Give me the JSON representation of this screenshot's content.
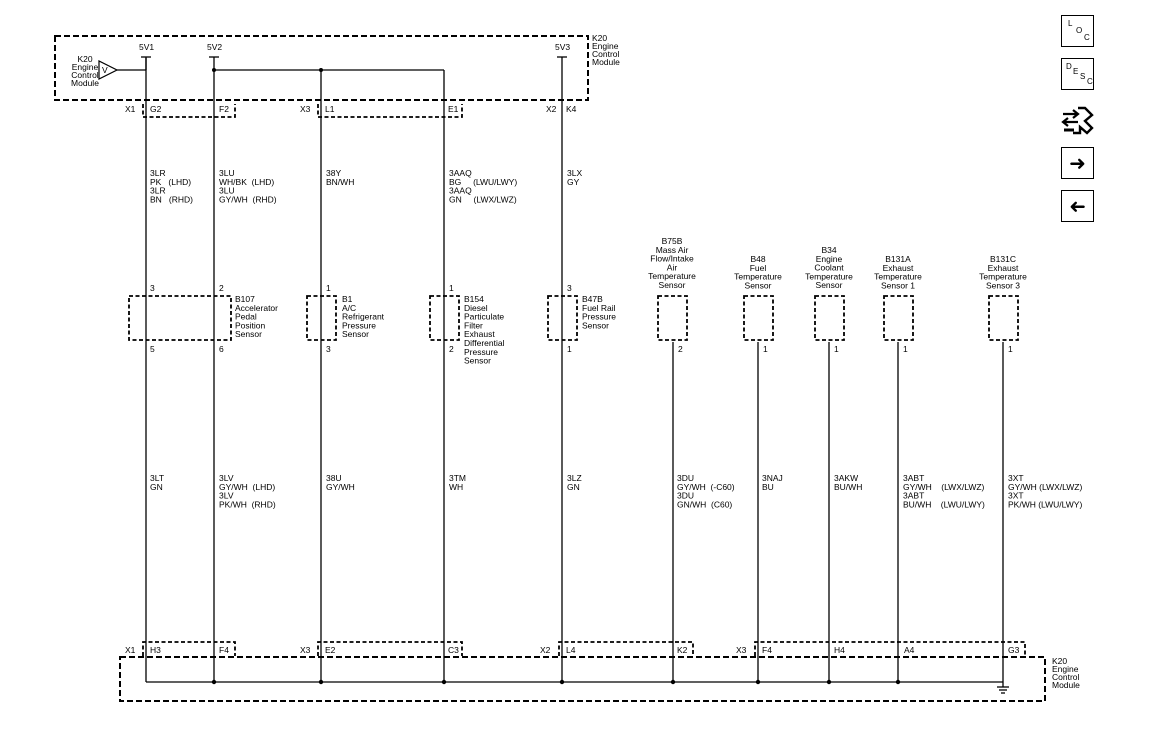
{
  "modules": {
    "top_left_text": "K20\nEngine\nControl\nModule",
    "top_right_text": "K20\nEngine\nControl\nModule",
    "bottom_right_text": "K20\nEngine\nControl\nModule",
    "voltage_refs": [
      "5V1",
      "5V2",
      "5V3"
    ],
    "reg_symbol": "V"
  },
  "top_connectors": {
    "x1": "X1",
    "g2": "G2",
    "f2": "F2",
    "x3": "X3",
    "l1": "L1",
    "e1": "E1",
    "x2": "X2",
    "k4": "K4"
  },
  "bottom_connectors": {
    "x1": "X1",
    "h3": "H3",
    "f4a": "F4",
    "x3a": "X3",
    "e2": "E2",
    "c3": "C3",
    "x2": "X2",
    "l4": "L4",
    "k2": "K2",
    "x3b": "X3",
    "f4b": "F4",
    "h4": "H4",
    "a4": "A4",
    "g3": "G3"
  },
  "upper_wires": {
    "w1": "3LR\nPK   (LHD)\n3LR\nBN   (RHD)",
    "w2": "3LU\nWH/BK  (LHD)\n3LU\nGY/WH  (RHD)",
    "w3": "38Y\nBN/WH",
    "w4": "3AAQ\nBG     (LWU/LWY)\n3AAQ\nGN     (LWX/LWZ)",
    "w5": "3LX\nGY"
  },
  "lower_wires": {
    "w1": "3LT\nGN",
    "w2": "3LV\nGY/WH  (LHD)\n3LV\nPK/WH  (RHD)",
    "w3": "38U\nGY/WH",
    "w4": "3TM\nWH",
    "w5": "3LZ\nGN",
    "w6": "3DU\nGY/WH  (-C60)\n3DU\nGN/WH  (C60)",
    "w7": "3NAJ\nBU",
    "w8": "3AKW\nBU/WH",
    "w9": "3ABT\nGY/WH    (LWX/LWZ)\n3ABT\nBU/WH    (LWU/LWY)",
    "w10": "3XT\nGY/WH (LWX/LWZ)\n3XT\nPK/WH (LWU/LWY)"
  },
  "components": {
    "b107": "B107\nAccelerator\nPedal\nPosition\nSensor",
    "b1": "B1\nA/C\nRefrigerant\nPressure\nSensor",
    "b154": "B154\nDiesel\nParticulate\nFilter\nExhaust\nDifferential\nPressure\nSensor",
    "b47b": "B47B\nFuel Rail\nPressure\nSensor",
    "b75b": "B75B\nMass Air\nFlow/Intake\nAir\nTemperature\nSensor",
    "b48": "B48\nFuel\nTemperature\nSensor",
    "b34": "B34\nEngine\nCoolant\nTemperature\nSensor",
    "b131a": "B131A\nExhaust\nTemperature\nSensor 1",
    "b131c": "B131C\nExhaust\nTemperature\nSensor 3"
  },
  "pins": {
    "b107_top_a": "3",
    "b107_top_b": "2",
    "b107_bot_a": "5",
    "b107_bot_b": "6",
    "b1_top": "1",
    "b1_bot": "3",
    "b154_top": "1",
    "b154_bot": "2",
    "b47b_top": "3",
    "b47b_bot": "1",
    "b75b_bot": "2",
    "b48_bot": "1",
    "b34_bot": "1",
    "b131a_bot": "1",
    "b131c_bot": "1"
  },
  "nav": {
    "loc_letters": [
      "L",
      "O",
      "C"
    ],
    "desc_letters": [
      "D",
      "E",
      "S",
      "C"
    ],
    "connector_icon": "connector-icon",
    "next_icon": "arrow-right-icon",
    "prev_icon": "arrow-left-icon"
  }
}
